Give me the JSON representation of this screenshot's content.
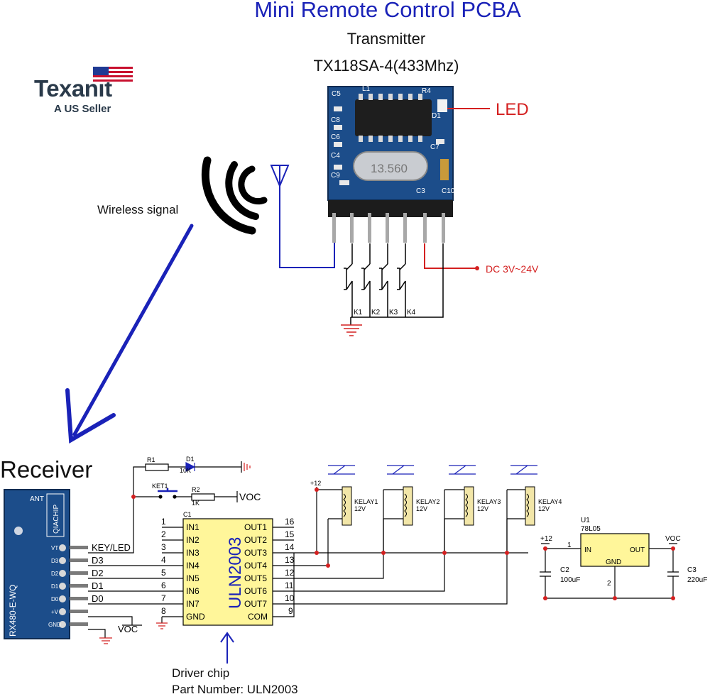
{
  "header": {
    "title": "Mini Remote Control PCBA",
    "subtitle": "Transmitter",
    "model": "TX118SA-4(433Mhz)"
  },
  "logo": {
    "name": "Texanit",
    "tagline": "A US Seller"
  },
  "labels": {
    "wireless": "Wireless signal",
    "led": "LED",
    "power": "DC 3V~24V",
    "receiver": "Receiver",
    "driver_line1": "Driver chip",
    "driver_line2": "Part Number: ULN2003"
  },
  "transmitter": {
    "crystal": "13.560",
    "silk": [
      "C5",
      "L1",
      "R4",
      "D1",
      "C8",
      "C4",
      "C7",
      "C6",
      "C9",
      "C3",
      "C10"
    ],
    "keys": [
      "K1",
      "K2",
      "K3",
      "K4"
    ]
  },
  "receiver_module": {
    "part": "RX480-E-WQ",
    "brand": "QIACHIP",
    "ant": "ANT",
    "pins": [
      "VT",
      "D3",
      "D2",
      "D1",
      "D0",
      "+V",
      "GND"
    ],
    "signals": [
      "KEY/LED",
      "D3",
      "D2",
      "D1",
      "D0"
    ],
    "voc": "VOC"
  },
  "indicator": {
    "r1": "R1",
    "d1": "D1",
    "r1_value": "10K",
    "ket1": "KET1",
    "r2": "R2",
    "r2_value": "1K",
    "voc": "VOC"
  },
  "chip": {
    "name": "ULN2003",
    "ref": "C1",
    "left_pins": [
      {
        "num": "1",
        "name": "IN1"
      },
      {
        "num": "2",
        "name": "IN2"
      },
      {
        "num": "3",
        "name": "IN3"
      },
      {
        "num": "4",
        "name": "IN4"
      },
      {
        "num": "5",
        "name": "IN5"
      },
      {
        "num": "6",
        "name": "IN6"
      },
      {
        "num": "7",
        "name": "IN7"
      },
      {
        "num": "8",
        "name": "GND"
      }
    ],
    "right_pins": [
      {
        "num": "16",
        "name": "OUT1"
      },
      {
        "num": "15",
        "name": "OUT2"
      },
      {
        "num": "14",
        "name": "OUT3"
      },
      {
        "num": "13",
        "name": "OUT4"
      },
      {
        "num": "12",
        "name": "OUT5"
      },
      {
        "num": "11",
        "name": "OUT6"
      },
      {
        "num": "10",
        "name": "OUT7"
      },
      {
        "num": "9",
        "name": "COM"
      }
    ]
  },
  "relays": [
    {
      "name": "KELAY1",
      "voltage": "12V"
    },
    {
      "name": "KELAY2",
      "voltage": "12V"
    },
    {
      "name": "KELAY3",
      "voltage": "12V"
    },
    {
      "name": "KELAY4",
      "voltage": "12V"
    }
  ],
  "supply": "+12",
  "regulator": {
    "ref": "U1",
    "part": "78L05",
    "in": "IN",
    "out": "OUT",
    "gnd": "GND",
    "pin_in": "1",
    "pin_gnd": "2",
    "vin": "+12",
    "vout": "VOC",
    "c2_name": "C2",
    "c2_value": "100uF",
    "c3_name": "C3",
    "c3_value": "220uF"
  },
  "colors": {
    "title": "#1a22b8",
    "wire_blue": "#1a22b8",
    "wire_red": "#d42020",
    "pcb": "#1c4d8a",
    "relay": "#f2e6a8"
  }
}
